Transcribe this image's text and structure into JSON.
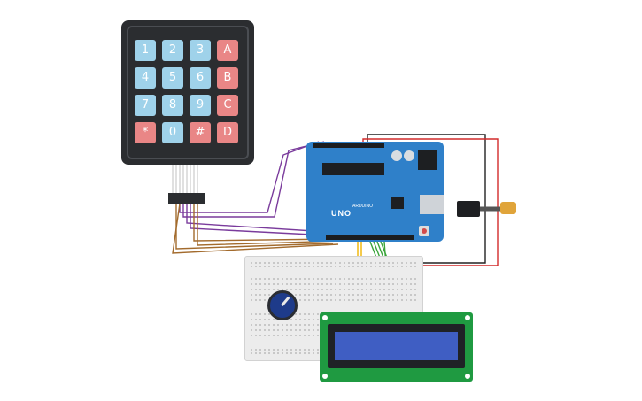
{
  "keypad": {
    "keys": [
      "1",
      "2",
      "3",
      "A",
      "4",
      "5",
      "6",
      "B",
      "7",
      "8",
      "9",
      "C",
      "*",
      "0",
      "#",
      "D"
    ],
    "function_keys": [
      "A",
      "B",
      "C",
      "D",
      "*",
      "#"
    ]
  },
  "arduino": {
    "model_label": "UNO",
    "brand_label": "ARDUINO"
  },
  "colors": {
    "arduino_board": "#2f80c9",
    "lcd_board": "#1f9a41",
    "lcd_screen": "#3f5ec3",
    "wire_purple": "#7a3b9c",
    "wire_brown": "#a36b2d",
    "wire_green": "#3aa43a",
    "wire_red": "#d22a2a",
    "wire_black": "#222222",
    "wire_blue": "#3a86c8",
    "wire_yellow": "#f0b400"
  }
}
